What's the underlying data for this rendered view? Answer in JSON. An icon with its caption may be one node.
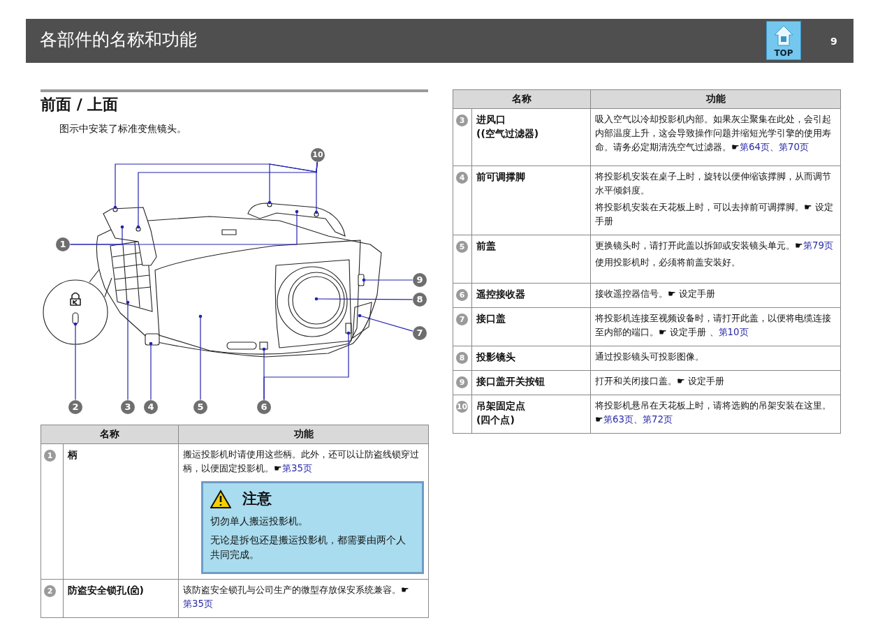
{
  "diagram": {
    "title": "各部件的名称和功能",
    "nodes": [
      {
        "text": [
          "10"
        ]
      },
      {
        "text": [
          "1"
        ]
      },
      {
        "text": [
          "9"
        ]
      },
      {
        "text": [
          "8"
        ]
      },
      {
        "text": [
          "7"
        ]
      },
      {
        "text": [
          "2"
        ]
      },
      {
        "text": [
          "3"
        ]
      },
      {
        "text": [
          "4"
        ]
      },
      {
        "text": [
          "5"
        ]
      },
      {
        "text": [
          "6"
        ]
      },
      {
        "text": [],
        "shape": "circle",
        "in": 14
      },
      {
        "text": [],
        "shape": "circle",
        "in": 15
      },
      {
        "text": [],
        "shape": "circle",
        "in": 14
      },
      {
        "text": [],
        "shape": "circle",
        "in": 15
      },
      {
        "text": [],
        "shape": "picture"
      },
      {
        "text": [],
        "shape": "picture"
      },
      {
        "text": [],
        "shape": "box"
      },
      {
        "text": [],
        "shape": "picture",
        "in": 22
      },
      {
        "text": [],
        "shape": "picture"
      },
      {
        "text": [],
        "shape": "box"
      },
      {
        "text": [],
        "shape": "picture"
      },
      {
        "text": [],
        "shape": "box"
      },
      {
        "text": [],
        "shape": "picture"
      },
      {
        "text": [],
        "shape": "box",
        "in": 22
      },
      {
        "text": [],
        "shape": "box",
        "in": 22
      }
    ],
    "edges": [
      {
        "from": 0,
        "to": 10,
        "arrow": "other"
      },
      {
        "from": 0,
        "to": 11,
        "arrow": "other"
      },
      {
        "from": 0,
        "to": 12,
        "arrow": "other"
      },
      {
        "from": 0,
        "to": 13,
        "arrow": "other"
      },
      {
        "from": 1,
        "to": 14,
        "arrow": "other"
      },
      {
        "from": 1,
        "to": 15,
        "arrow": "other"
      },
      {
        "from": 2,
        "to": 16,
        "arrow": "other"
      },
      {
        "from": 3,
        "to": 17,
        "arrow": "other"
      },
      {
        "from": 4,
        "to": 18,
        "arrow": "other"
      },
      {
        "from": 5,
        "to": 19,
        "arrow": "other"
      },
      {
        "from": 6,
        "to": 20,
        "arrow": "other"
      },
      {
        "from": 7,
        "to": 21,
        "arrow": "other"
      },
      {
        "from": 8,
        "to": 22,
        "arrow": "other"
      },
      {
        "from": 9,
        "to": 23,
        "arrow": "other"
      },
      {
        "from": 9,
        "to": 24,
        "arrow": "other"
      }
    ],
    "labels": [
      "9",
      "TOP",
      "前面 / 上面",
      "图示中安装了标准变焦镜头。",
      "名称",
      "功能",
      "1",
      "柄",
      "搬运投影机时请使用这些柄。此外，还可以让防盗线锁穿过柄，以便固定投影机。☛",
      "第35页",
      "注意",
      "切勿单人搬运投影机。",
      "无论是拆包还是搬运投影机，都需要由两个人共同完成。",
      "2",
      "防盗安全锁孔(",
      ")",
      "该防盗安全锁孔与公司生产的微型存放保安系统兼容。☛",
      "第35页",
      "名称",
      "功能",
      "3",
      "进风口",
      "((空气过滤器)",
      "吸入空气以冷却投影机内部。如果灰尘聚集在此处，会引起内部温度上升，这会导致操作问题并缩短光学引擎的使用寿命。请务必定期清洗空气过滤器。☛",
      "第64页",
      "、",
      "第70页",
      "4",
      "前可调撑脚",
      "将投影机安装在桌子上时，旋转以便伸缩该撑脚，从而调节水平倾斜度。",
      "将投影机安装在天花板上时，可以去掉前可调撑脚。☛ 设定手册",
      "5",
      "前盖",
      "更换镜头时，请打开此盖以拆卸或安装镜头单元。☛",
      "第79页",
      "使用投影机时，必须将前盖安装好。",
      "6",
      "遥控接收器",
      "接收遥控器信号。☛ 设定手册",
      "7",
      "接口盖",
      "将投影机连接至视频设备时，请打开此盖，以便将电缆连接至内部的端口。☛ 设定手册 、",
      "第10页",
      "8",
      "投影镜头",
      "通过投影镜头可投影图像。",
      "9",
      "接口盖开关按钮",
      "打开和关闭接口盖。☛ 设定手册",
      "10",
      "吊架固定点",
      "(四个点)",
      "将投影机悬吊在天花板上时，请将选购的吊架安装在这里。☛",
      "第63页",
      "、",
      "第72页"
    ]
  }
}
